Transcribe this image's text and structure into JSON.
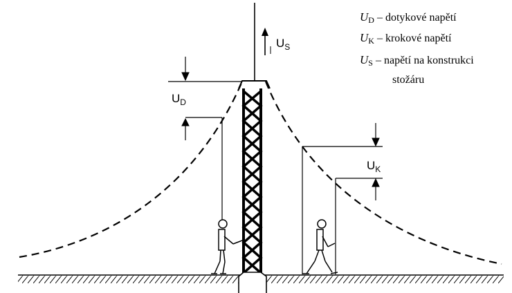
{
  "diagram": {
    "labels": {
      "ud": {
        "main": "U",
        "sub": "D"
      },
      "uk": {
        "main": "U",
        "sub": "K"
      },
      "us": {
        "main": "U",
        "sub": "S"
      }
    },
    "legend": [
      {
        "sym": "U",
        "sub": "D",
        "text": "– dotykové napětí"
      },
      {
        "sym": "U",
        "sub": "K",
        "text": "– krokové napětí"
      },
      {
        "sym": "U",
        "sub": "S",
        "text": "– napětí na konstrukci",
        "text2": "stožáru"
      }
    ]
  }
}
